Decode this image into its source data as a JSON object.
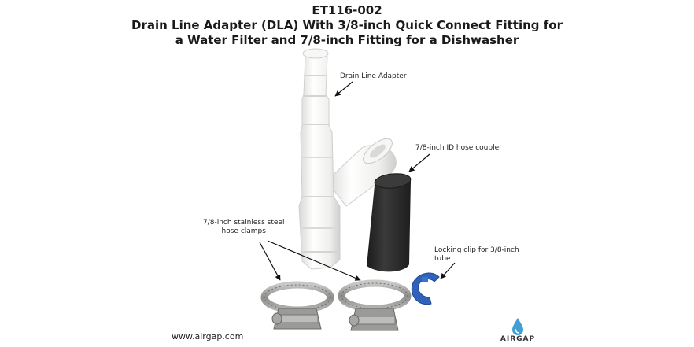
{
  "title": {
    "line1": "ET116-002",
    "line2": "Drain Line Adapter (DLA) With 3/8-inch Quick Connect Fitting for",
    "line3": "a Water Filter and 7/8-inch Fitting for a Dishwasher"
  },
  "callouts": {
    "dla": "Drain Line Adapter",
    "coupler": "7/8-inch ID hose coupler",
    "clamps_line1": "7/8-inch stainless steel",
    "clamps_line2": "hose clamps",
    "clip_line1": "Locking clip for 3/8-inch",
    "clip_line2": "tube"
  },
  "footer": {
    "url": "www.airgap.com",
    "logo_text": "AIRGAP"
  },
  "colors": {
    "adapter": "#f1f1ef",
    "coupler": "#2b2b2b",
    "clip": "#2f62b8",
    "clamp": "#9a9a98",
    "logo_drop": "#3fa0d6"
  }
}
